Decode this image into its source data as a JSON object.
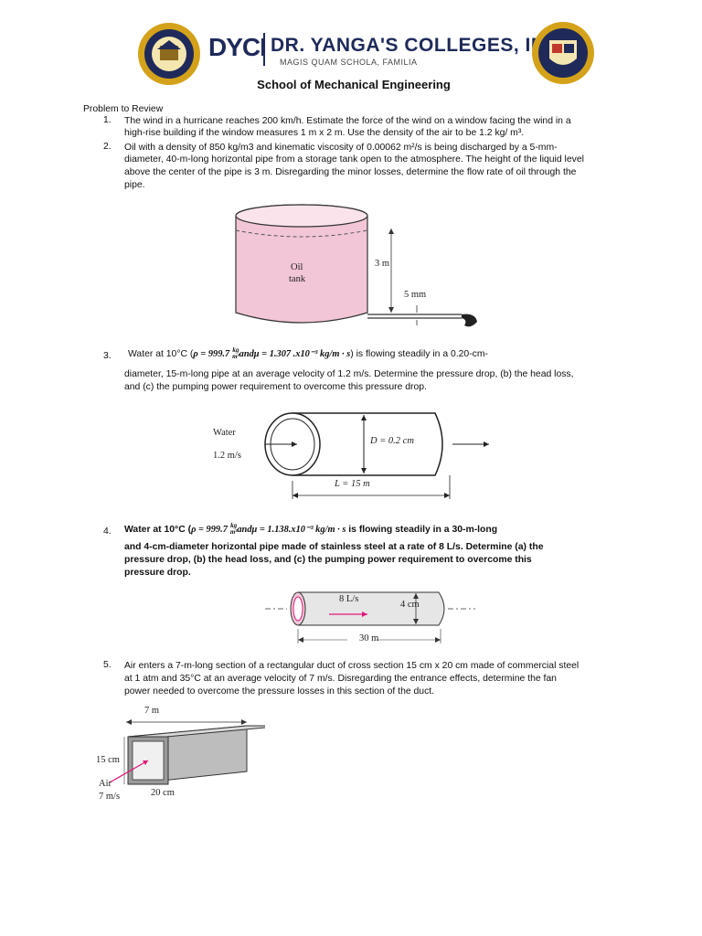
{
  "header": {
    "logo_text": "DYCI",
    "college_name": "DR. YANGA'S COLLEGES, INC.",
    "motto": "MAGIS QUAM SCHOLA, FAMILIA",
    "school": "School of Mechanical Engineering"
  },
  "section_title": "Problem to Review",
  "problems": [
    {
      "number": "1.",
      "lines": [
        "The wind in a hurricane reaches 200 km/h. Estimate the force of the wind on a window facing the wind in a",
        "high-rise building if the window measures 1 m x  2 m. Use the density of the air to be 1.2 kg/ m³."
      ]
    },
    {
      "number": "2.",
      "lines": [
        "Oil with a density of 850 kg/m3 and kinematic viscosity of 0.00062 m²/s is being discharged by a 5-mm-",
        "diameter, 40-m-long horizontal pipe from a storage tank open to the atmosphere. The height of the liquid level",
        "above the center of the pipe is 3 m. Disregarding the minor losses, determine the flow rate of oil through the",
        "pipe."
      ],
      "figure": {
        "tank_label_1": "Oil",
        "tank_label_2": "tank",
        "height_label": "3 m",
        "diameter_label": "5 mm"
      }
    },
    {
      "number": "3.",
      "prefix": "Water at 10°C (",
      "rho": "ρ = 999.7",
      "units_num": "kg",
      "units_den": "m³",
      "mu_part": "andμ = 1.307 .x10⁻³ kg/m · s",
      "suffix": ") is flowing steadily in a 0.20-cm-",
      "lines": [
        "diameter, 15-m-long pipe at an average velocity of 1.2 m/s. Determine the pressure drop, (b) the head loss,",
        "and (c) the pumping power requirement to overcome this pressure drop."
      ],
      "figure": {
        "fluid": "Water",
        "velocity": "1.2 m/s",
        "diameter": "D = 0.2 cm",
        "length": "L = 15 m"
      }
    },
    {
      "number": "4.",
      "prefix": "Water at 10°C (",
      "rho": "ρ = 999.7",
      "units_num": "kg",
      "units_den": "m³",
      "mu_part": "andμ = 1.138.x10⁻³ kg/m · s",
      "suffix": "is flowing steadily in a 30-m-long",
      "lines": [
        "and 4-cm-diameter horizontal pipe made of stainless steel at a rate of 8 L/s. Determine (a) the",
        "pressure drop, (b) the head loss, and (c) the pumping power requirement to overcome this",
        "pressure drop."
      ],
      "figure": {
        "flow": "8 L/s",
        "diameter": "4 cm",
        "length": "30 m"
      }
    },
    {
      "number": "5.",
      "lines": [
        "Air enters a 7-m-long section of a rectangular duct of cross section 15 cm x 20 cm made of commercial steel",
        "at 1 atm and 35°C at an average velocity of 7 m/s. Disregarding the entrance effects, determine the fan",
        "power needed to overcome the pressure losses in this section of the duct."
      ],
      "figure": {
        "length": "7 m",
        "height": "15 cm",
        "width": "20 cm",
        "air": "Air",
        "velocity": "7 m/s"
      }
    }
  ],
  "colors": {
    "brand_blue": "#1f2a5a",
    "seal_gold": "#d4a21a",
    "tank_pink": "#f2c6d6",
    "arrow_pink": "#e0197a"
  }
}
